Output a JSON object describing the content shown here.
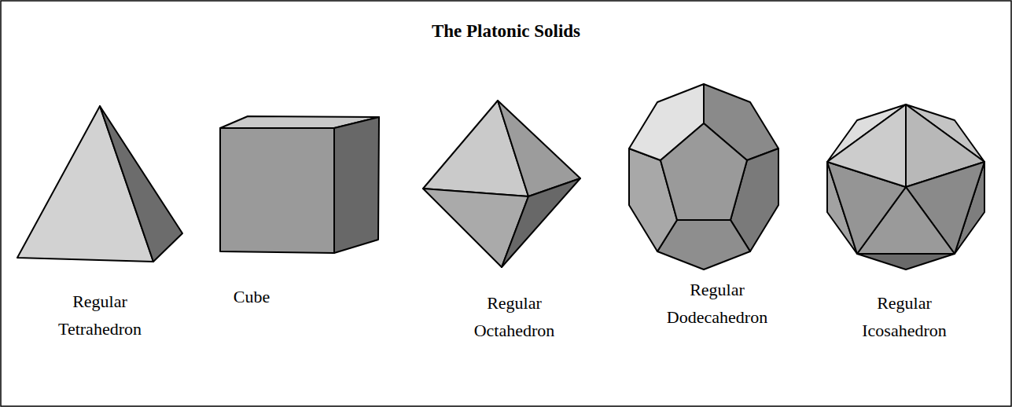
{
  "diagram": {
    "title": "The Platonic Solids",
    "labels": [
      "Regular Tetrahedron",
      "Cube",
      "Regular Octahedron",
      "Regular Dodecahedron",
      "Regular Icosahedron"
    ]
  }
}
